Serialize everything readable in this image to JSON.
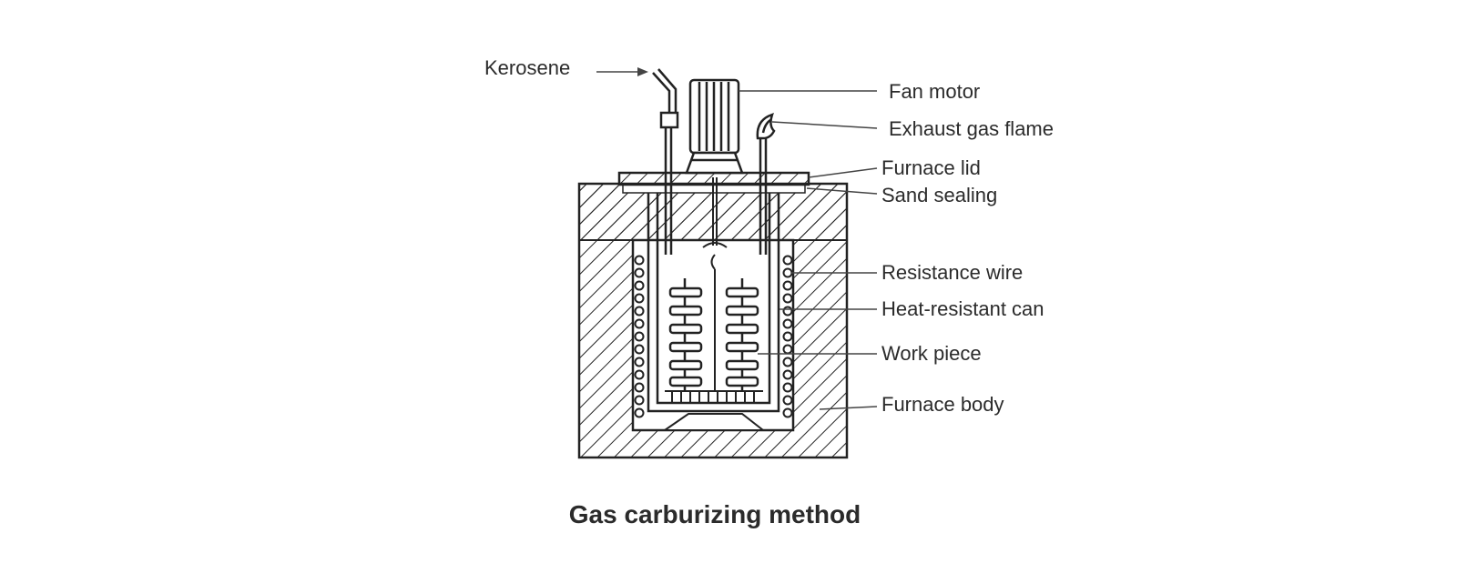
{
  "labels": {
    "kerosene": "Kerosene",
    "fan_motor": "Fan motor",
    "exhaust_gas_flame": "Exhaust gas flame",
    "furnace_lid": "Furnace lid",
    "sand_sealing": "Sand sealing",
    "resistance_wire": "Resistance wire",
    "heat_resistant_can": "Heat-resistant can",
    "work_piece": "Work piece",
    "furnace_body": "Furnace body"
  },
  "caption": "Gas carburizing method"
}
